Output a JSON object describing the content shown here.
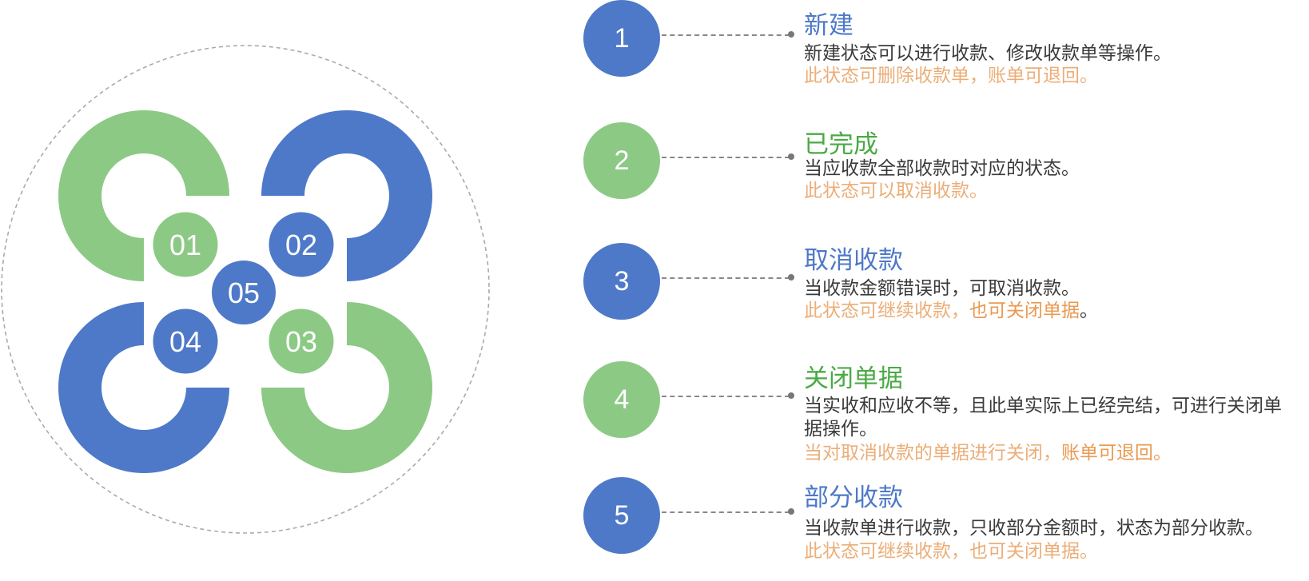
{
  "flower": {
    "center": "05",
    "petals": [
      "01",
      "02",
      "03",
      "04"
    ],
    "colors": {
      "blue": "#4e79c8",
      "green": "#8cc985",
      "ring": "#aaaaaa"
    }
  },
  "steps": [
    {
      "number": "1",
      "title": "新建",
      "description": "新建状态可以进行收款、修改收款单等操作。",
      "note": "此状态可删除收款单，账单可退回。",
      "color": "blue"
    },
    {
      "number": "2",
      "title": "已完成",
      "description": "当应收款全部收款时对应的状态。",
      "note": "此状态可以取消收款。",
      "color": "green"
    },
    {
      "number": "3",
      "title": "取消收款",
      "description": "当收款金额错误时，可取消收款。",
      "note_parts": [
        "此状态可继续收款，",
        "也可关闭单据",
        "。"
      ],
      "color": "blue"
    },
    {
      "number": "4",
      "title": "关闭单据",
      "description": "当实收和应收不等，且此单实际上已经完结，可进行关闭单据操作。",
      "note_parts": [
        "当对取消收款的单据进行关闭，",
        "账单可退回。"
      ],
      "color": "green"
    },
    {
      "number": "5",
      "title": "部分收款",
      "description": "当收款单进行收款，只收部分金额时，状态为部分收款。",
      "note": "此状态可继续收款，也可关闭单据。",
      "color": "blue"
    }
  ]
}
